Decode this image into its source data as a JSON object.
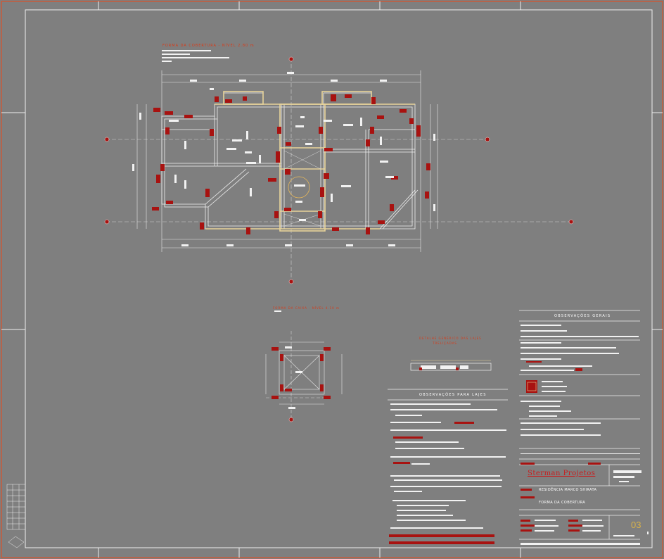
{
  "drawing": {
    "main_plan_title": "FORMA DA COBERTURA - NÍVEL 2.80 m",
    "small_plan_title": "FORMA DA CAIXA - NÍVEL 4.10 m",
    "detail_title_1": "DETALHE GENÉRICO DAS LAJES",
    "detail_title_2": "TRELIÇADAS"
  },
  "notes": {
    "general_title": "OBSERVAÇÕES GERAIS",
    "slabs_title": "OBSERVAÇÕES PARA LAJES"
  },
  "title_block": {
    "company": "Sterman Projetos",
    "project": "RESIDÊNCIA MARCO SHIRATA",
    "sheet_title": "FORMA DA COBERTURA",
    "sheet_number": "03"
  },
  "colors": {
    "background": "#7f7f7f",
    "frame_outer": "#d9532c",
    "line": "#e6e6e6",
    "accent": "#a81210",
    "beam": "#e8d49a"
  }
}
